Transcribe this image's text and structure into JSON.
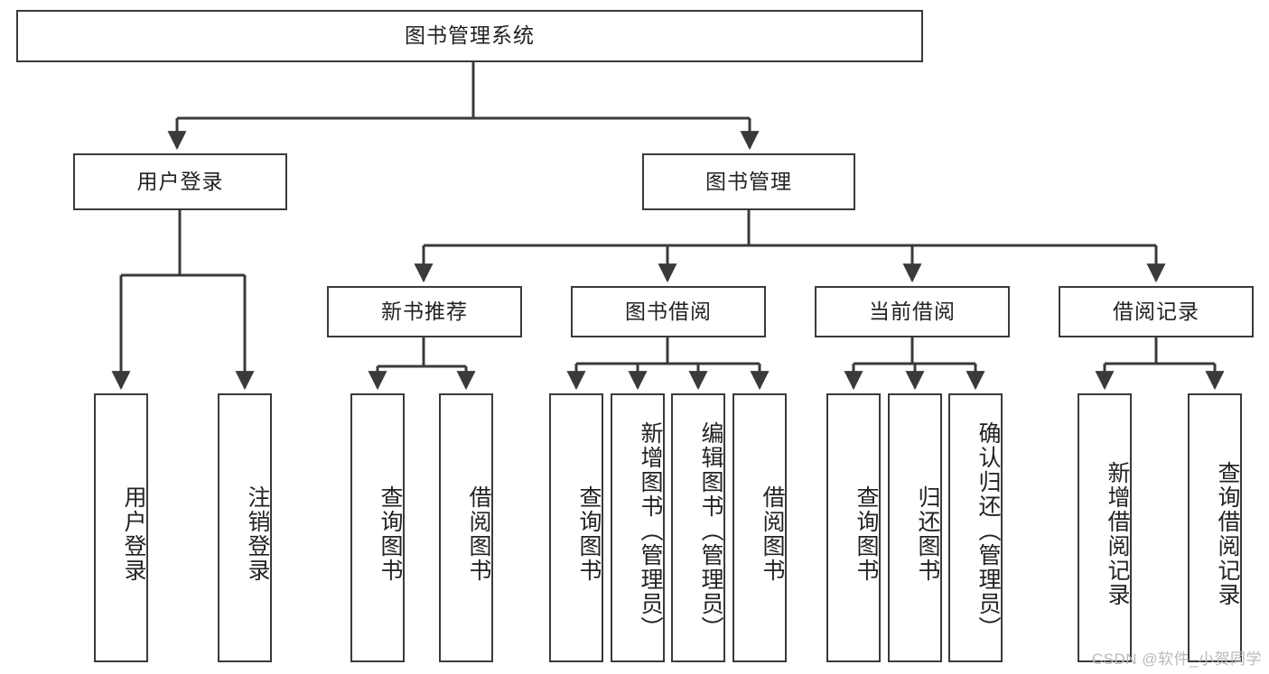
{
  "diagram": {
    "title": "图书管理系统",
    "type": "tree",
    "root": {
      "label": "图书管理系统"
    },
    "level2": [
      {
        "label": "用户登录"
      },
      {
        "label": "图书管理"
      }
    ],
    "level3": [
      {
        "label": "新书推荐"
      },
      {
        "label": "图书借阅"
      },
      {
        "label": "当前借阅"
      },
      {
        "label": "借阅记录"
      }
    ],
    "leaves": {
      "user_login": [
        {
          "label": "用户登录"
        },
        {
          "label": "注销登录"
        }
      ],
      "new_book_recommend": [
        {
          "label": "查询图书"
        },
        {
          "label": "借阅图书"
        }
      ],
      "book_borrow": [
        {
          "label": "查询图书"
        },
        {
          "label": "新增图书（管理员）"
        },
        {
          "label": "编辑图书（管理员）"
        },
        {
          "label": "借阅图书"
        }
      ],
      "current_borrow": [
        {
          "label": "查询图书"
        },
        {
          "label": "归还图书"
        },
        {
          "label": "确认归还（管理员）"
        }
      ],
      "borrow_record": [
        {
          "label": "新增借阅记录"
        },
        {
          "label": "查询借阅记录"
        }
      ]
    }
  },
  "watermark": {
    "text": "CSDN @软件_小贺同学"
  },
  "colors": {
    "stroke": "#3a3a3a",
    "background": "#ffffff",
    "text": "#222222",
    "watermark": "#b9b9b9"
  }
}
